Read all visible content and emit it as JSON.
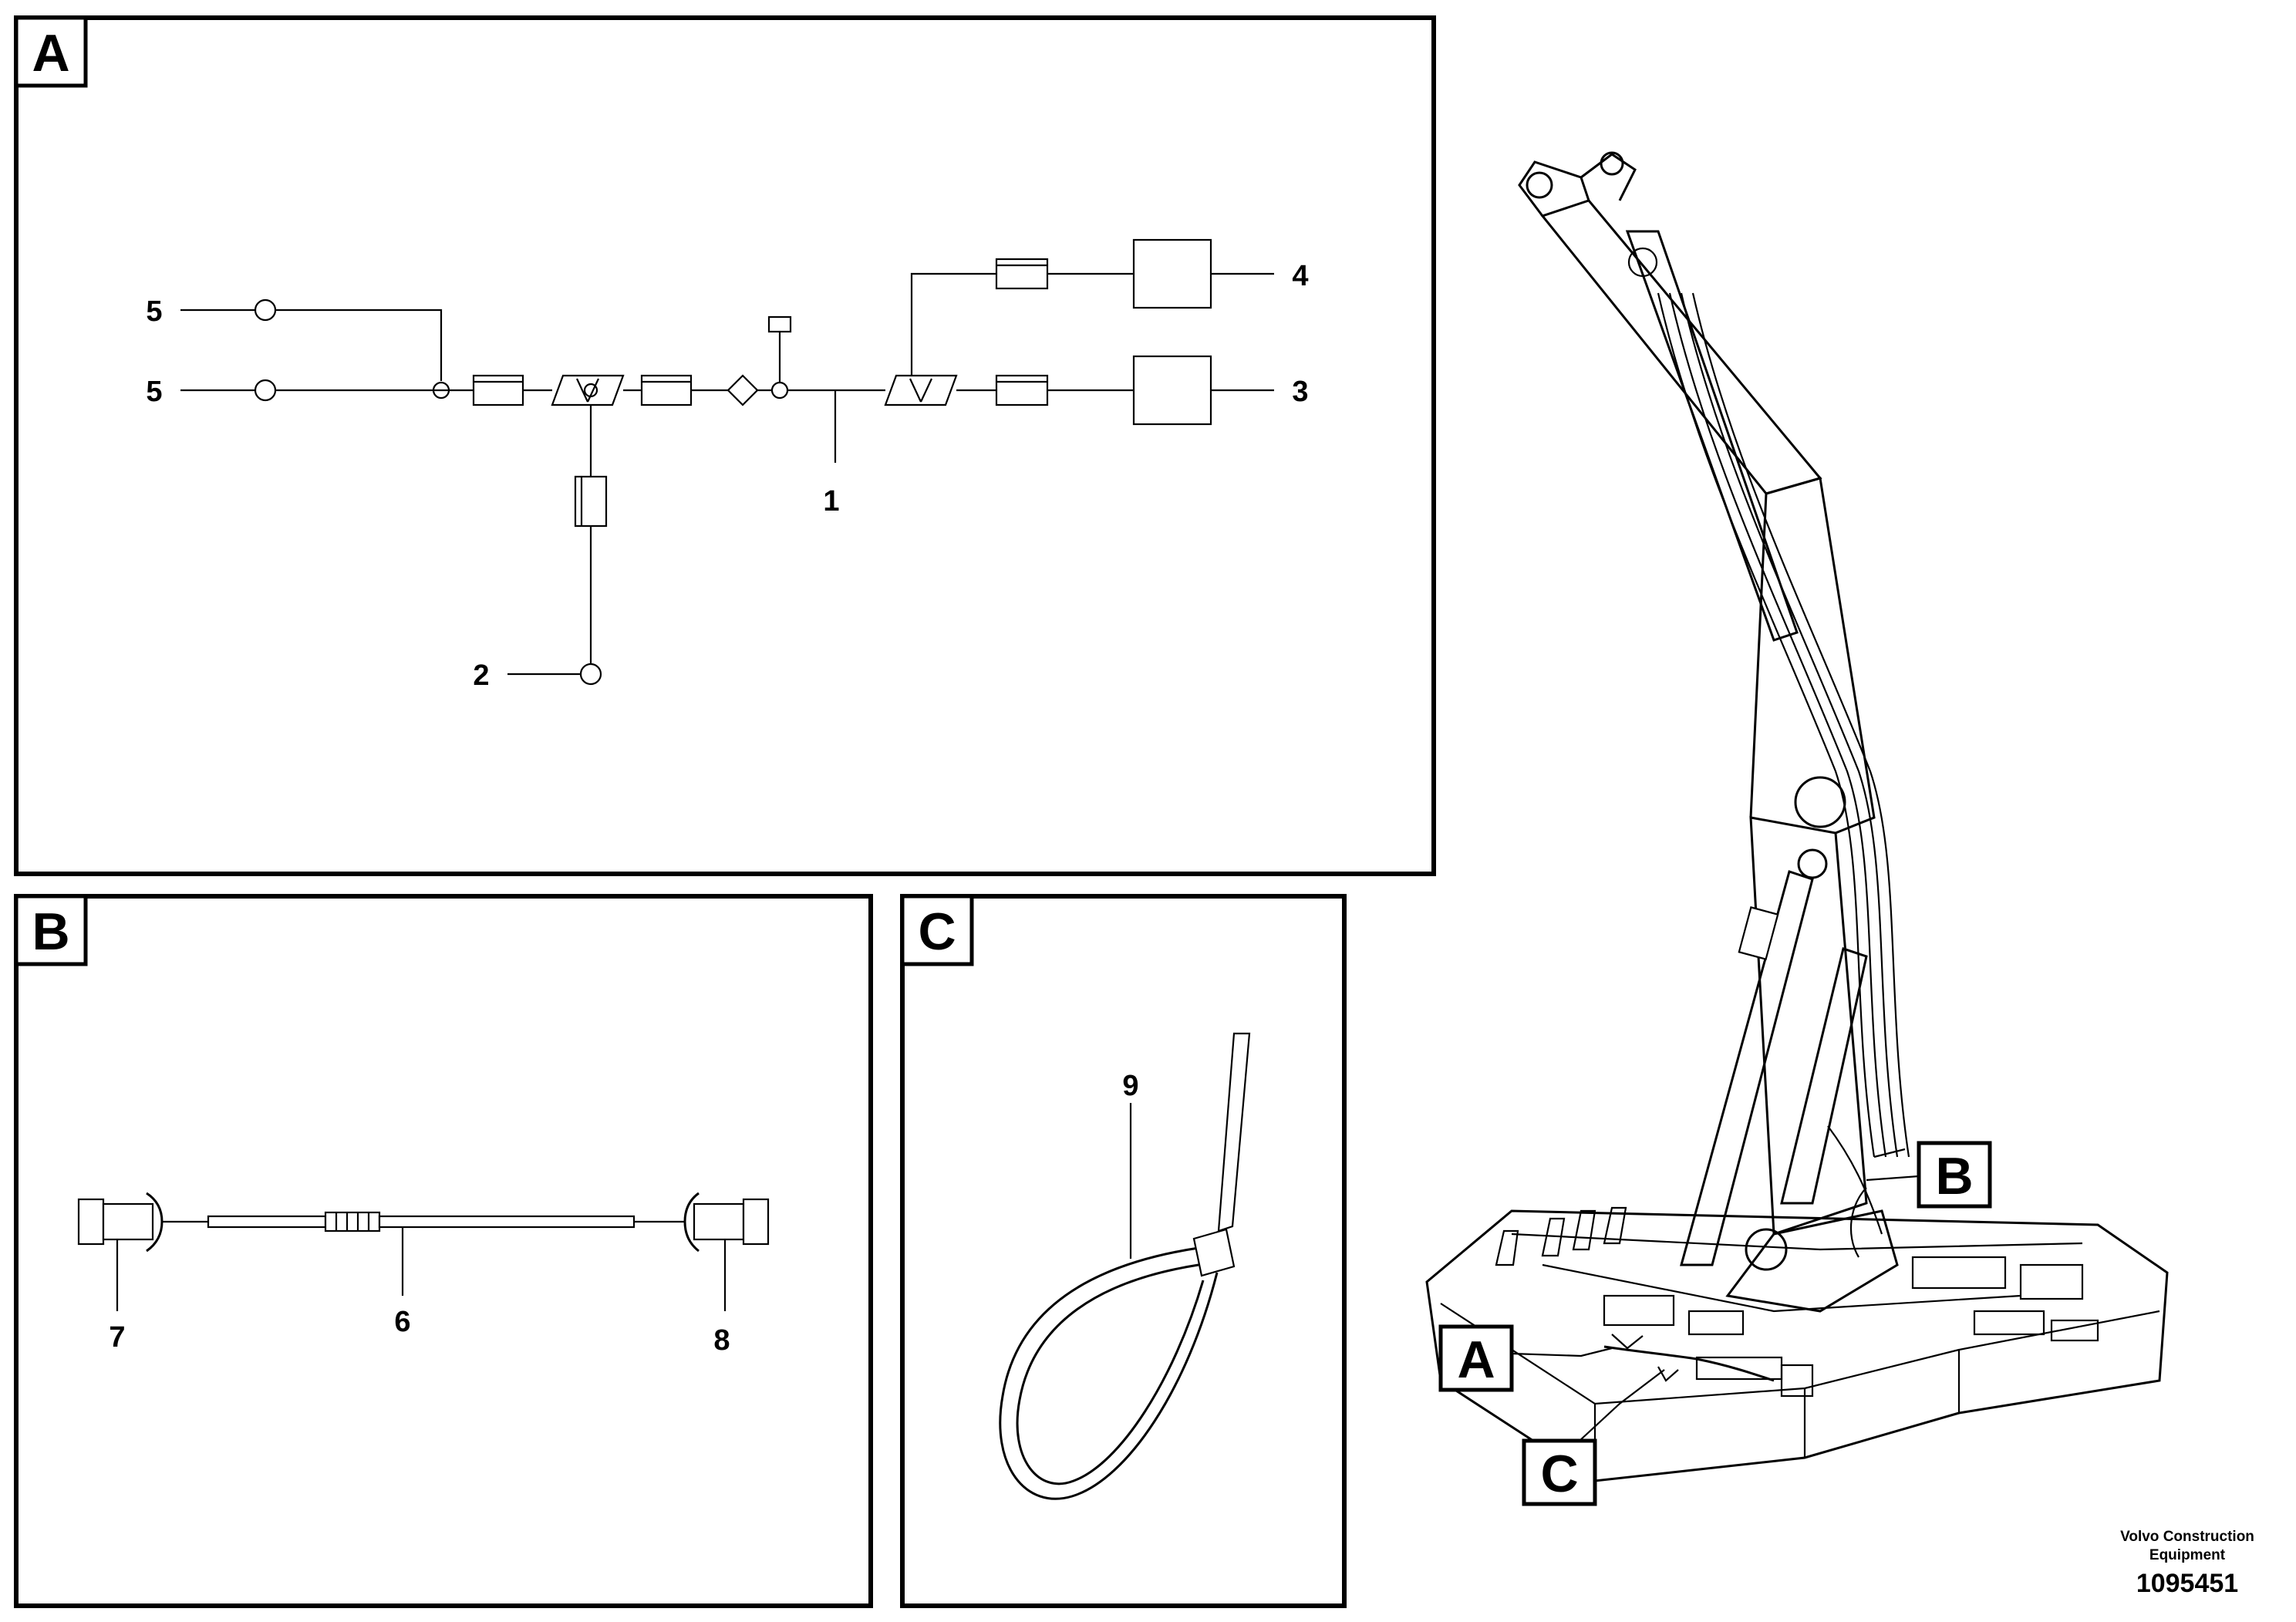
{
  "panels": {
    "a": {
      "letter": "A"
    },
    "b": {
      "letter": "B"
    },
    "c": {
      "letter": "C"
    }
  },
  "callouts": {
    "a_1": "1",
    "a_2": "2",
    "a_3": "3",
    "a_4": "4",
    "a_5_top": "5",
    "a_5_bottom": "5",
    "b_6": "6",
    "b_7": "7",
    "b_8": "8",
    "c_9": "9"
  },
  "overview": {
    "marker_a": "A",
    "marker_b": "B",
    "marker_c": "C"
  },
  "footer": {
    "company_line1": "Volvo Construction",
    "company_line2": "Equipment",
    "document_number": "1095451"
  }
}
